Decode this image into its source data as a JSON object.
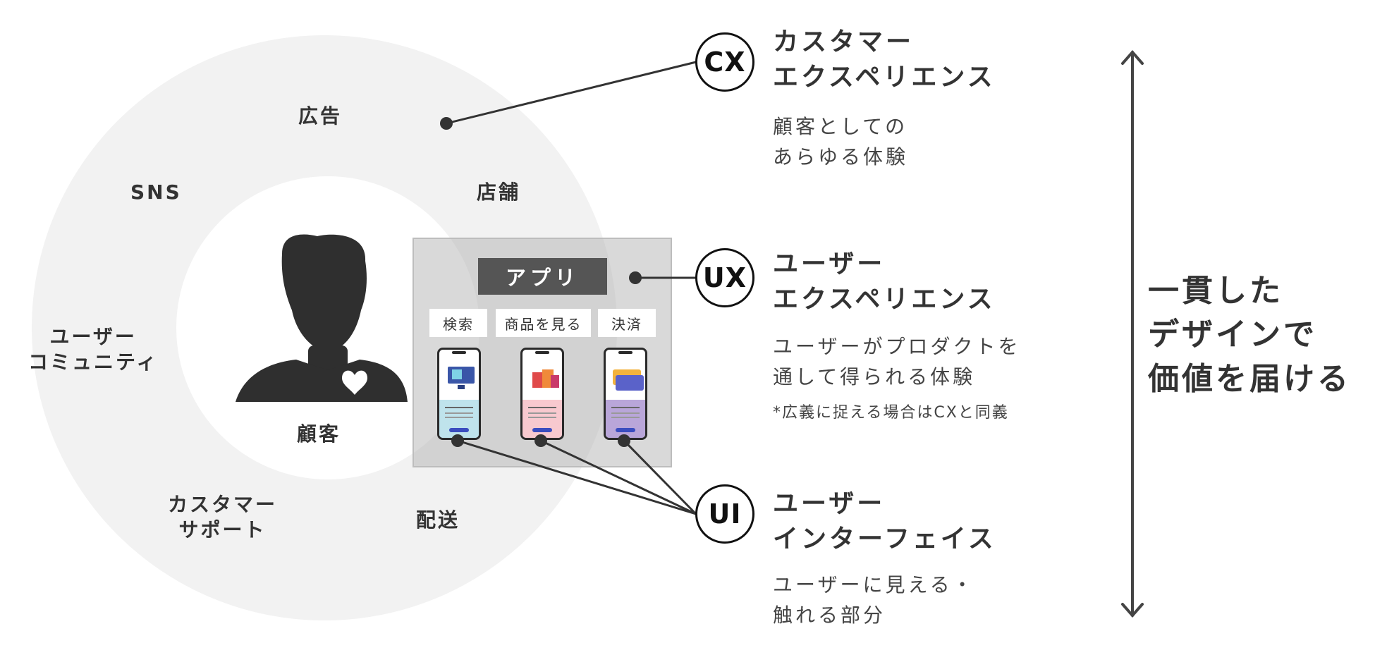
{
  "ring_labels": {
    "ad": "広告",
    "sns": "SNS",
    "store": "店舗",
    "community_line1": "ユーザー",
    "community_line2": "コミュニティ",
    "support_line1": "カスタマー",
    "support_line2": "サポート",
    "delivery": "配送",
    "customer": "顧客"
  },
  "app": {
    "title": "アプリ",
    "tabs": [
      "検索",
      "商品を見る",
      "決済"
    ]
  },
  "cx": {
    "badge": "CX",
    "heading_line1": "カスタマー",
    "heading_line2": "エクスペリエンス",
    "desc_line1": "顧客としての",
    "desc_line2": "あらゆる体験"
  },
  "ux": {
    "badge": "UX",
    "heading_line1": "ユーザー",
    "heading_line2": "エクスペリエンス",
    "desc_line1": "ユーザーがプロダクトを",
    "desc_line2": "通して得られる体験",
    "note": "*広義に捉える場合はCXと同義"
  },
  "ui": {
    "badge": "UI",
    "heading_line1": "ユーザー",
    "heading_line2": "インターフェイス",
    "desc_line1": "ユーザーに見える・",
    "desc_line2": "触れる部分"
  },
  "side": {
    "line1": "一貫した",
    "line2": "デザインで",
    "line3": "価値を届ける"
  },
  "colors": {
    "outer_ring": "#f2f2f2",
    "app_title_bg": "#555555",
    "text": "#333333"
  }
}
